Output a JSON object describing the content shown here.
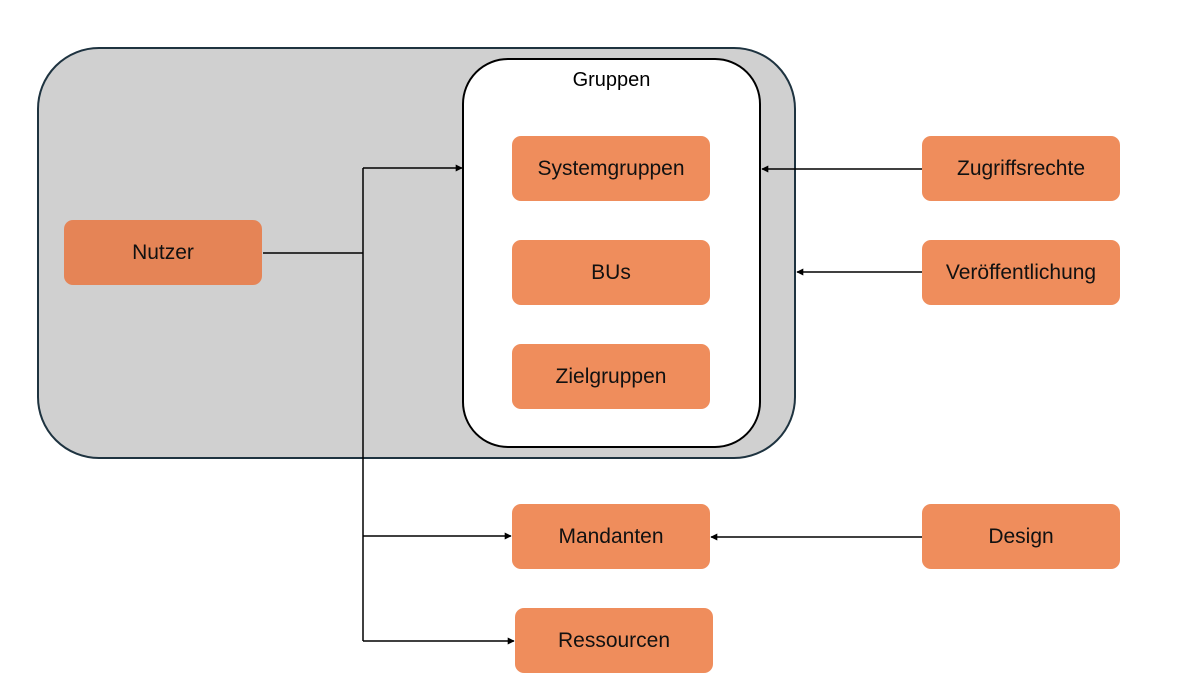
{
  "diagram": {
    "group_title": "Gruppen",
    "nodes": {
      "nutzer": "Nutzer",
      "systemgruppen": "Systemgruppen",
      "bus": "BUs",
      "zielgruppen": "Zielgruppen",
      "mandanten": "Mandanten",
      "ressourcen": "Ressourcen",
      "zugriffsrechte": "Zugriffsrechte",
      "veroeffentlichung": "Veröffentlichung",
      "design": "Design"
    },
    "colors": {
      "node_fill": "#ef8d5c",
      "nutzer_fill": "#e58456",
      "container_fill": "#d0d0d0",
      "container_border": "#1e3340",
      "line": "#000000"
    }
  }
}
